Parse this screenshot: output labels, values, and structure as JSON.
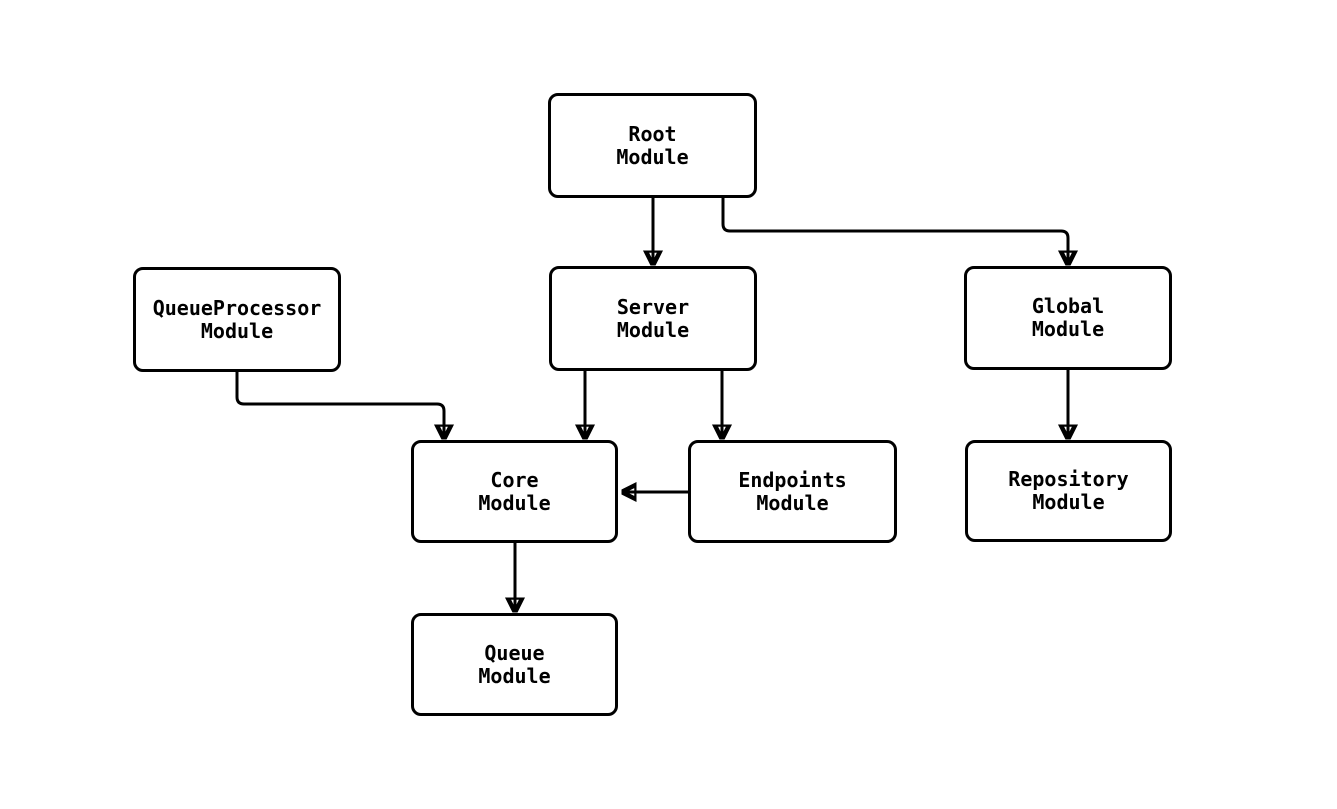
{
  "diagram": {
    "type": "module-dependency-graph",
    "background_color": "#ffffff",
    "stroke_color": "#000000",
    "node_fill_color": "#ffffff",
    "nodes": {
      "root": {
        "label": "Root\nModule"
      },
      "queueprocessor": {
        "label": "QueueProcessor\nModule"
      },
      "server": {
        "label": "Server\nModule"
      },
      "global": {
        "label": "Global\nModule"
      },
      "core": {
        "label": "Core\nModule"
      },
      "endpoints": {
        "label": "Endpoints\nModule"
      },
      "repository": {
        "label": "Repository\nModule"
      },
      "queue": {
        "label": "Queue\nModule"
      }
    },
    "edges": [
      {
        "from": "Root Module",
        "to": "Server Module",
        "style": "solid-arrow"
      },
      {
        "from": "Root Module",
        "to": "Global Module",
        "style": "solid-arrow"
      },
      {
        "from": "QueueProcessor Module",
        "to": "Core Module",
        "style": "solid-arrow"
      },
      {
        "from": "Server Module",
        "to": "Core Module",
        "style": "solid-arrow"
      },
      {
        "from": "Server Module",
        "to": "Endpoints Module",
        "style": "solid-arrow"
      },
      {
        "from": "Endpoints Module",
        "to": "Core Module",
        "style": "solid-arrow"
      },
      {
        "from": "Global Module",
        "to": "Repository Module",
        "style": "solid-arrow"
      },
      {
        "from": "Core Module",
        "to": "Queue Module",
        "style": "solid-arrow"
      }
    ]
  }
}
